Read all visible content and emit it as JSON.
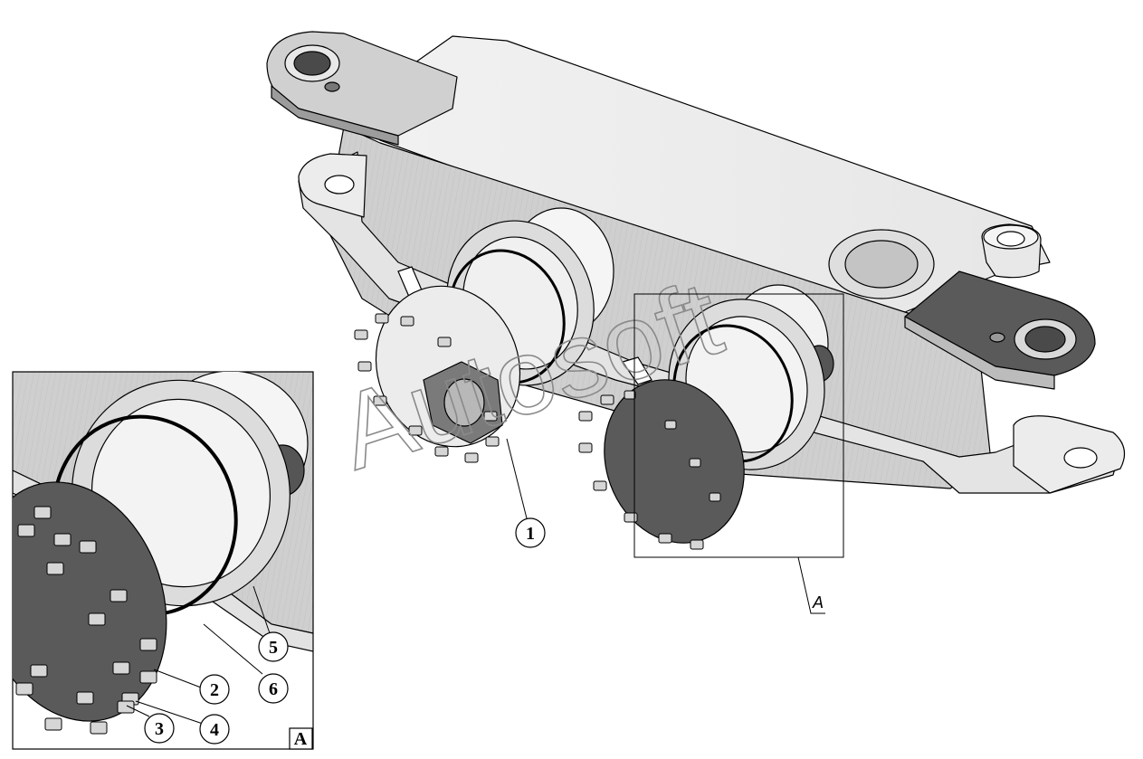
{
  "drawing": {
    "watermark": "Autosoft",
    "view_marker": "A",
    "detail_view_label": "A",
    "callouts": [
      "1",
      "2",
      "3",
      "4",
      "5",
      "6"
    ]
  },
  "colors": {
    "line": "#000000",
    "face_light": "#d9d9d9",
    "face_mid": "#bdbdbd",
    "face_dark": "#5a5a5a",
    "bore_dark": "#4a4a4a",
    "watermark": "#8a8a8a"
  }
}
